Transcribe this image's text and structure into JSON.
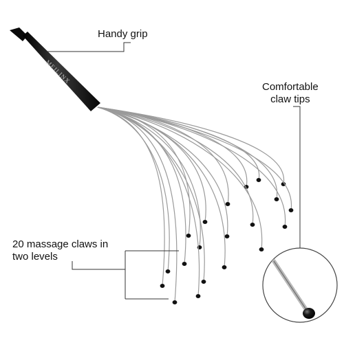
{
  "callouts": {
    "grip": "Handy grip",
    "tips_line1": "Comfortable",
    "tips_line2": "claw tips",
    "claws_line1": "20 massage claws in",
    "claws_line2": "two levels"
  },
  "handle_brand": "MEILINX",
  "colors": {
    "handle": "#1a1a1a",
    "wire": "#9a9a9a",
    "tip": "#111111",
    "callout_line": "#333333"
  }
}
